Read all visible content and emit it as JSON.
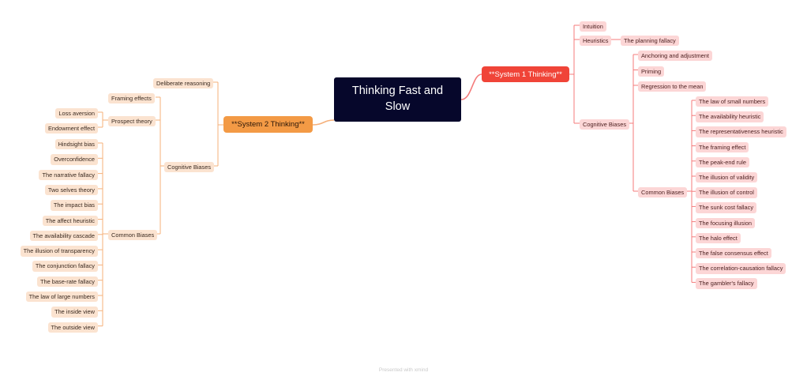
{
  "root": "Thinking Fast and Slow",
  "system1": {
    "label": "**System 1 Thinking**",
    "intuition": "Intuition",
    "heuristics": "Heuristics",
    "planning_fallacy": "The planning fallacy",
    "cognitive_biases": "Cognitive Biases",
    "cb_items": [
      "Anchoring and adjustment",
      "Priming",
      "Regression to the mean"
    ],
    "common_biases": "Common Biases",
    "common_items": [
      "The law of small numbers",
      "The availability heuristic",
      "The representativeness heuristic",
      "The framing effect",
      "The peak-end rule",
      "The illusion of validity",
      "The illusion of control",
      "The sunk cost fallacy",
      "The focusing illusion",
      "The halo effect",
      "The false consensus effect",
      "The correlation-causation fallacy",
      "The gambler's fallacy"
    ]
  },
  "system2": {
    "label": "**System 2 Thinking**",
    "deliberate": "Deliberate reasoning",
    "cognitive_biases": "Cognitive Biases",
    "framing_effects": "Framing effects",
    "prospect_theory": "Prospect theory",
    "prospect_items": [
      "Loss aversion",
      "Endowment effect"
    ],
    "common_biases": "Common Biases",
    "common_items": [
      "Hindsight bias",
      "Overconfidence",
      "The narrative fallacy",
      "Two selves theory",
      "The impact bias",
      "The affect heuristic",
      "The availability cascade",
      "The illusion of transparency",
      "The conjunction fallacy",
      "The base-rate fallacy",
      "The law of large numbers",
      "The inside view",
      "The outside view"
    ]
  },
  "footer": "Presented with xmind",
  "colors": {
    "root": "#06072b",
    "system1": "#f04438",
    "system2": "#f39a45",
    "line_pink": "#f47b7b",
    "line_orange": "#f5b07a"
  }
}
